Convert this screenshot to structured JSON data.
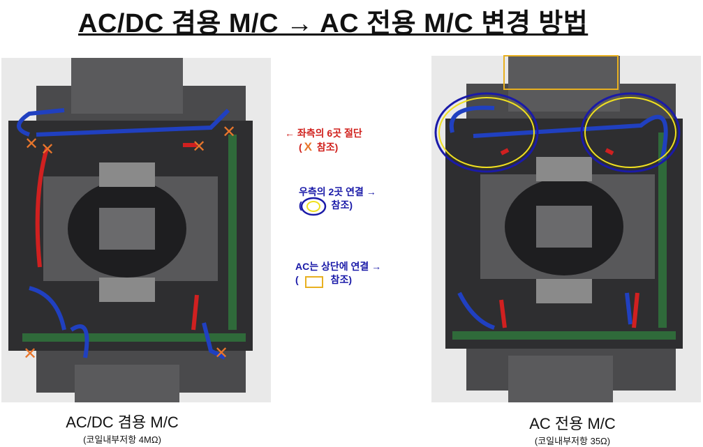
{
  "title": "AC/DC 겸용 M/C → AC 전용 M/C 변경 방법",
  "notes": {
    "cut": {
      "line1": "← 좌측의 6곳 절단",
      "line2_prefix": "(",
      "line2_mark": "X",
      "line2_suffix": " 참조)"
    },
    "connect": {
      "line1": "우측의 2곳 연결 →",
      "line2_prefix": "(",
      "line2_suffix": " 참조)"
    },
    "ac": {
      "line1": "AC는 상단에 연결 →",
      "line2_prefix": "(",
      "line2_suffix": " 참조)"
    }
  },
  "left_caption": {
    "main": "AC/DC 겸용 M/C",
    "sub": "(코일내부저항 4MΩ)"
  },
  "right_caption": {
    "main": "AC 전용 M/C",
    "sub": "(코일내부저항 35Ω)"
  },
  "colors": {
    "cut_mark": "#e8762c",
    "circle_outer": "#1a1aa8",
    "circle_inner": "#f0e020",
    "ac_box": "#e8b020"
  }
}
